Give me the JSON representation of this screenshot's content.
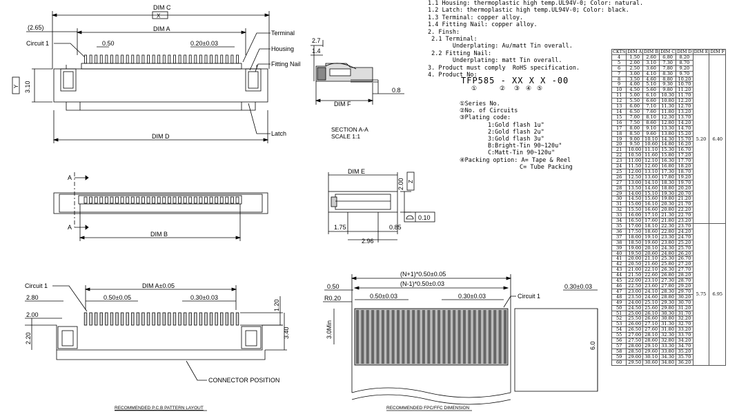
{
  "notes": [
    "1.1 Housing: thermoplastic high temp.UL94V-0; Color: natural.",
    "1.2 Latch: thermoplastic high temp.UL94V-0; Color: black.",
    "1.3 Terminal: copper alloy.",
    "1.4 Fitting Nail: copper alloy.",
    "2. Finsh:",
    " 2.1 Terminal:",
    "       Underplating: Au/matt Tin overall.",
    " 2.2 Fitting Nail:",
    "       Underplating: matt Tin overall.",
    "3. Product must comply  RoHS specification.",
    "4. Product No:"
  ],
  "part_number": {
    "text": "TFP585 - XX X X -00",
    "circled": [
      "①",
      "②",
      "③",
      "④",
      "⑤"
    ]
  },
  "codes": [
    "①Series No.",
    "②No. of Circuits",
    "③Plating code:",
    "        1:Gold flash 1u\"",
    "        2:Gold flash 2u\"",
    "        3:Gold flash 3u\"",
    "        B:Bright-Tin 90~120u\"",
    "        C:Matt-Tin 90~120u\"",
    "④Packing option: A= Tape & Reel",
    "                 C= Tube Packing"
  ],
  "top_view": {
    "dim_c": "DIM C",
    "x_box": "X",
    "dim_a": "DIM A",
    "dim_d": "DIM D",
    "ref": "(2.65)",
    "circuit1": "Circuit 1",
    "pitch": "0.50",
    "tol": "0.20±0.03",
    "y_dim": "3.10",
    "y_box": "Y",
    "terminal": "Terminal",
    "housing": "Housing",
    "fitting_nail": "Fitting Nail",
    "latch": "Latch"
  },
  "section": {
    "d27": "2.7",
    "d14": "1.4",
    "d08": "0.8",
    "dim_f": "DIM F",
    "title": "SECTION A-A",
    "scale": "SCALE    1:1"
  },
  "bottom_view": {
    "a_top": "A",
    "a_bot": "A",
    "dim_b": "DIM B"
  },
  "side_view": {
    "dim_e": "DIM E",
    "d200": "2.00",
    "z_box": "Z",
    "flat": "0.10",
    "d175": "1.75",
    "d085": "0.85",
    "d296": "2.96"
  },
  "pcb": {
    "circuit1": "Circuit 1",
    "dim_a": "DIM A±0.05",
    "d280": "2.80",
    "p050": "0.50±0.05",
    "p030": "0.30±0.03",
    "d120": "1.20",
    "d200": "2.00",
    "d220": "2.20",
    "d340": "3.40",
    "conn_pos": "CONNECTOR POSITION",
    "title": "RECOMMENDED P.C.B PATTERN LAYOUT"
  },
  "fpc": {
    "n1": "(N+1)*0.50±0.05",
    "nm1": "(N-1)*0.50±0.03",
    "d050": "0.50",
    "r020": "R0.20",
    "p050": "0.50±0.03",
    "p030": "0.30±0.03",
    "p030b": "0.30±0.03",
    "circuit1": "Circuit 1",
    "d30min": "3.0Min",
    "d60": "6.0",
    "title": "RECOMMENDED FPC/FFC DIMENSION"
  },
  "table": {
    "headers": [
      "CKTS",
      "DIM A",
      "DIM B",
      "DIM C",
      "DIM D",
      "DIM E",
      "DIM F"
    ],
    "dim_e_1": "5.20",
    "dim_f_1": "6.40",
    "dim_e_2": "5.75",
    "dim_f_2": "6.95",
    "rows": [
      [
        "4",
        "1.50",
        "2.60",
        "6.80",
        "8.20"
      ],
      [
        "5",
        "2.00",
        "3.10",
        "7.30",
        "8.70"
      ],
      [
        "6",
        "2.50",
        "3.60",
        "7.80",
        "9.20"
      ],
      [
        "7",
        "3.00",
        "4.10",
        "8.30",
        "9.70"
      ],
      [
        "8",
        "3.50",
        "4.60",
        "8.80",
        "10.20"
      ],
      [
        "9",
        "4.00",
        "5.10",
        "9.30",
        "10.70"
      ],
      [
        "10",
        "4.50",
        "5.60",
        "9.80",
        "11.20"
      ],
      [
        "11",
        "5.00",
        "6.10",
        "10.30",
        "11.70"
      ],
      [
        "12",
        "5.50",
        "6.60",
        "10.80",
        "12.20"
      ],
      [
        "13",
        "6.00",
        "7.10",
        "11.30",
        "12.70"
      ],
      [
        "14",
        "6.50",
        "7.60",
        "11.80",
        "13.20"
      ],
      [
        "15",
        "7.00",
        "8.10",
        "12.30",
        "13.70"
      ],
      [
        "16",
        "7.50",
        "8.60",
        "12.80",
        "14.20"
      ],
      [
        "17",
        "8.00",
        "9.10",
        "13.30",
        "14.70"
      ],
      [
        "18",
        "8.50",
        "9.60",
        "13.80",
        "15.20"
      ],
      [
        "19",
        "9.00",
        "10.10",
        "14.30",
        "15.70"
      ],
      [
        "20",
        "9.50",
        "10.60",
        "14.80",
        "16.20"
      ],
      [
        "21",
        "10.00",
        "11.10",
        "15.30",
        "16.70"
      ],
      [
        "22",
        "10.50",
        "11.60",
        "15.80",
        "17.20"
      ],
      [
        "23",
        "11.00",
        "12.10",
        "16.30",
        "17.70"
      ],
      [
        "24",
        "11.50",
        "12.60",
        "16.80",
        "18.20"
      ],
      [
        "25",
        "12.00",
        "13.10",
        "17.30",
        "18.70"
      ],
      [
        "26",
        "12.50",
        "13.60",
        "17.80",
        "19.20"
      ],
      [
        "27",
        "13.00",
        "14.10",
        "18.30",
        "19.70"
      ],
      [
        "28",
        "13.50",
        "14.60",
        "18.80",
        "20.20"
      ],
      [
        "29",
        "14.00",
        "15.10",
        "19.30",
        "20.70"
      ],
      [
        "30",
        "14.50",
        "15.60",
        "19.80",
        "21.20"
      ],
      [
        "31",
        "15.00",
        "16.10",
        "20.30",
        "21.70"
      ],
      [
        "32",
        "15.50",
        "16.60",
        "20.80",
        "22.20"
      ],
      [
        "33",
        "16.00",
        "17.10",
        "21.30",
        "22.70"
      ],
      [
        "34",
        "16.50",
        "17.60",
        "21.80",
        "23.20"
      ],
      [
        "35",
        "17.00",
        "18.10",
        "22.30",
        "23.70"
      ],
      [
        "36",
        "17.50",
        "18.60",
        "22.80",
        "24.20"
      ],
      [
        "37",
        "18.00",
        "19.10",
        "23.30",
        "24.70"
      ],
      [
        "38",
        "18.50",
        "19.60",
        "23.80",
        "25.20"
      ],
      [
        "39",
        "19.00",
        "20.10",
        "24.30",
        "25.70"
      ],
      [
        "40",
        "19.50",
        "20.60",
        "24.80",
        "26.20"
      ],
      [
        "41",
        "20.00",
        "21.10",
        "25.30",
        "26.70"
      ],
      [
        "42",
        "20.50",
        "21.60",
        "25.80",
        "27.20"
      ],
      [
        "43",
        "21.00",
        "22.10",
        "26.30",
        "27.70"
      ],
      [
        "44",
        "21.50",
        "22.60",
        "26.80",
        "28.20"
      ],
      [
        "45",
        "22.00",
        "23.10",
        "27.30",
        "28.70"
      ],
      [
        "46",
        "22.50",
        "23.60",
        "27.80",
        "29.20"
      ],
      [
        "47",
        "23.00",
        "24.10",
        "28.30",
        "29.70"
      ],
      [
        "48",
        "23.50",
        "24.60",
        "28.80",
        "30.20"
      ],
      [
        "49",
        "24.00",
        "25.10",
        "29.30",
        "30.70"
      ],
      [
        "50",
        "24.50",
        "25.60",
        "29.80",
        "31.20"
      ],
      [
        "51",
        "25.00",
        "26.10",
        "30.30",
        "31.70"
      ],
      [
        "52",
        "25.50",
        "26.60",
        "30.80",
        "32.20"
      ],
      [
        "53",
        "26.00",
        "27.10",
        "31.30",
        "32.70"
      ],
      [
        "54",
        "26.50",
        "27.60",
        "31.80",
        "33.20"
      ],
      [
        "55",
        "27.00",
        "28.10",
        "32.30",
        "33.70"
      ],
      [
        "56",
        "27.50",
        "28.60",
        "32.80",
        "34.20"
      ],
      [
        "57",
        "28.00",
        "29.10",
        "33.30",
        "34.70"
      ],
      [
        "58",
        "28.50",
        "29.60",
        "33.80",
        "35.20"
      ],
      [
        "59",
        "29.00",
        "30.10",
        "34.30",
        "35.70"
      ],
      [
        "60",
        "29.50",
        "30.60",
        "34.80",
        "36.20"
      ]
    ]
  }
}
